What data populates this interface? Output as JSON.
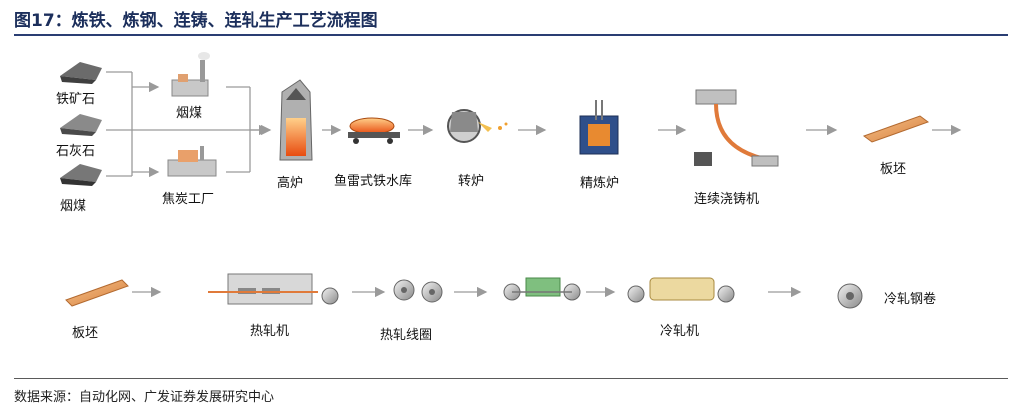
{
  "title": "图17：炼铁、炼钢、连铸、连轧生产工艺流程图",
  "source": "数据来源：自动化网、广发证券发展研究中心",
  "labels": {
    "iron_ore": "铁矿石",
    "limestone": "石灰石",
    "coal_raw": "烟煤",
    "coal_proc": "烟煤",
    "coke_plant": "焦炭工厂",
    "blast_furnace": "高炉",
    "torpedo": "鱼雷式铁水库",
    "converter": "转炉",
    "refining": "精炼炉",
    "caster": "连续浇铸机",
    "slab1": "板坯",
    "slab2": "板坯",
    "hot_mill": "热轧机",
    "hot_coil": "热轧线圈",
    "cold_mill": "冷轧机",
    "cold_coil": "冷轧钢卷"
  },
  "colors": {
    "title": "#1c2f5c",
    "rule": "#2a3e73",
    "arrow": "#9a9a9a",
    "slab": "#e8a060",
    "molten": "#e8601c"
  }
}
